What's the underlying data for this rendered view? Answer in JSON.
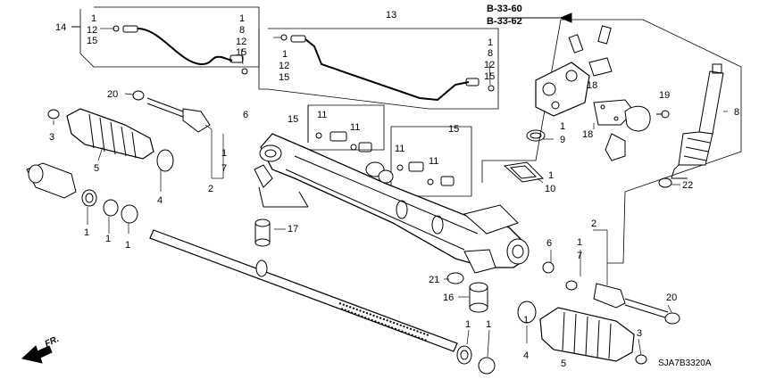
{
  "diagram": {
    "ref_codes": [
      "B-33-60",
      "B-33-62"
    ],
    "footer_code": "SJA7B3320A",
    "direction_label": "FR.",
    "callouts": {
      "n14": "14",
      "n1a": "1",
      "n12a": "12",
      "n15a": "15",
      "n1b": "1",
      "n8a": "8",
      "n12b": "12",
      "n15b": "15",
      "n13": "13",
      "n1c": "1",
      "n12c": "12",
      "n15c": "15",
      "n1d": "1",
      "n8b": "8",
      "n12d": "12",
      "n15d": "15",
      "n20a": "20",
      "n3a": "3",
      "n5a": "5",
      "n6a": "6",
      "n1e": "1",
      "n7a": "7",
      "n2a": "2",
      "n4a": "4",
      "n1f": "1",
      "n1g": "1",
      "n1h": "1",
      "n15e": "15",
      "n11a": "11",
      "n11b": "11",
      "n15f": "15",
      "n11c": "11",
      "n11d": "11",
      "n17": "17",
      "n18a": "18",
      "n18b": "18",
      "n19": "19",
      "n8c": "8",
      "n1i": "1",
      "n9": "9",
      "n1j": "1",
      "n10": "10",
      "n22": "22",
      "n6b": "6",
      "n1k": "1",
      "n7b": "7",
      "n2b": "2",
      "n21": "21",
      "n16": "16",
      "n20b": "20",
      "n1l": "1",
      "n4b": "4",
      "n5b": "5",
      "n3b": "3",
      "n1m": "1",
      "n1n": "1"
    }
  }
}
